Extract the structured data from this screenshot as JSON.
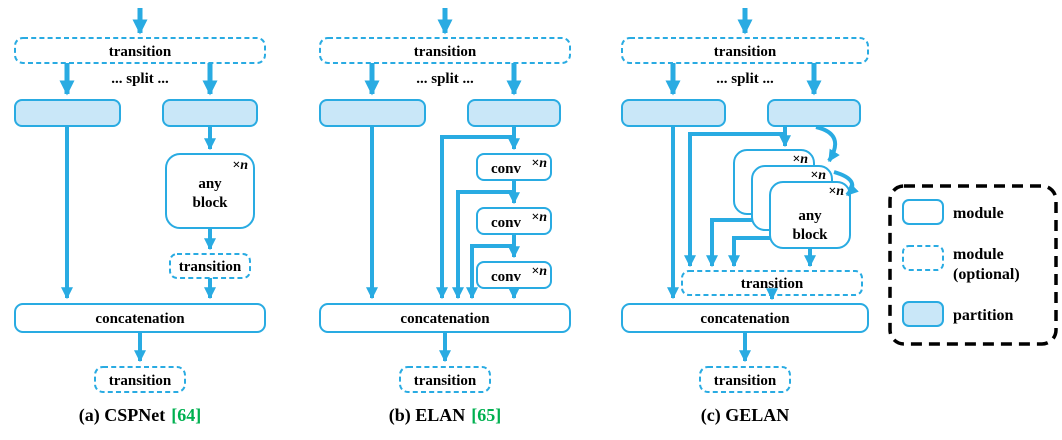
{
  "colors": {
    "accent": "#29ABE2",
    "partition_fill": "#C9E7F8",
    "citation": "#00B050",
    "legend_border": "#000000"
  },
  "labels": {
    "transition": "transition",
    "split": "... split ...",
    "concatenation": "concatenation",
    "any": "any",
    "block": "block",
    "conv": "conv",
    "times_n": "×n"
  },
  "captions": {
    "a": {
      "name": "(a) CSPNet",
      "cite": "[64]"
    },
    "b": {
      "name": "(b) ELAN",
      "cite": "[65]"
    },
    "c": {
      "name": "(c) GELAN"
    }
  },
  "legend": {
    "module": "module",
    "module_optional_line1": "module",
    "module_optional_line2": "(optional)",
    "partition": "partition"
  }
}
